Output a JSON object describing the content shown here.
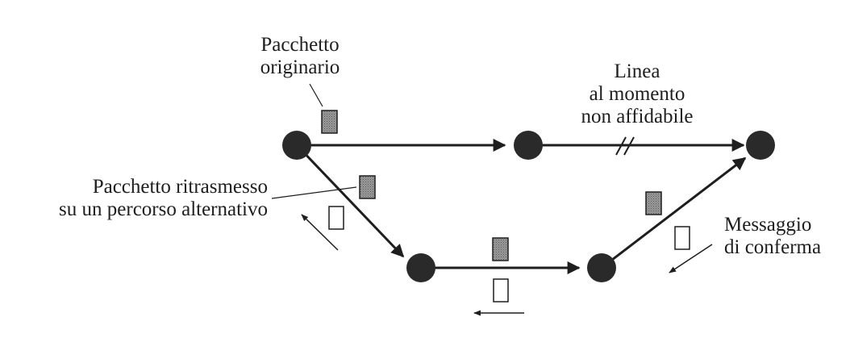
{
  "labels": {
    "original_packet": [
      "Pacchetto",
      "originario"
    ],
    "unreliable_line": [
      "Linea",
      "al momento",
      "non affidabile"
    ],
    "retransmitted_packet": [
      "Pacchetto ritrasmesso",
      "su un percorso alternativo"
    ],
    "ack_message": [
      "Messaggio",
      "di conferma"
    ],
    "break_mark": "//"
  },
  "colors": {
    "ink": "#1e1e1e",
    "node": "#2a2a2a",
    "packet_fill": "#8e8e8e",
    "ack_fill": "#ffffff"
  }
}
